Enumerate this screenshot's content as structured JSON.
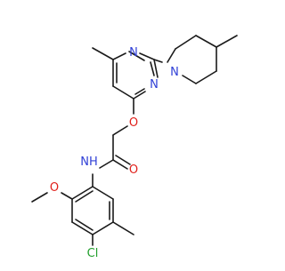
{
  "molecule": {
    "atom_labels": {
      "n_pyr_top": "N",
      "n_pyr_bottom": "N",
      "n_piperidine": "N",
      "o_ether": "O",
      "o_carbonyl": "O",
      "nh_amide": "NH",
      "o_methoxy": "O",
      "cl": "Cl"
    },
    "colors": {
      "nitrogen": "#2f3fd6",
      "oxygen": "#e0201b",
      "chlorine": "#1f9e2a",
      "bond": "#1a1a1a"
    }
  }
}
